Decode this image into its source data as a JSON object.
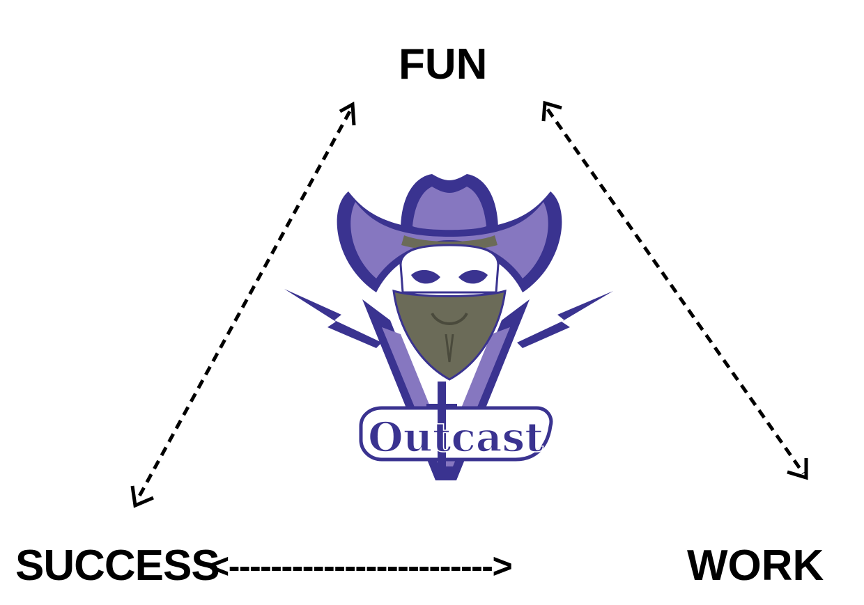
{
  "diagram": {
    "nodes": {
      "top": "FUN",
      "bottom_left": "SUCCESS",
      "bottom_right": "WORK"
    },
    "bottom_connector": "<------------------------->",
    "logo": {
      "wordmark": "Outcast",
      "primary_color": "#3a3390",
      "secondary_color": "#8677c0",
      "bandana_color": "#6b6b58"
    }
  }
}
